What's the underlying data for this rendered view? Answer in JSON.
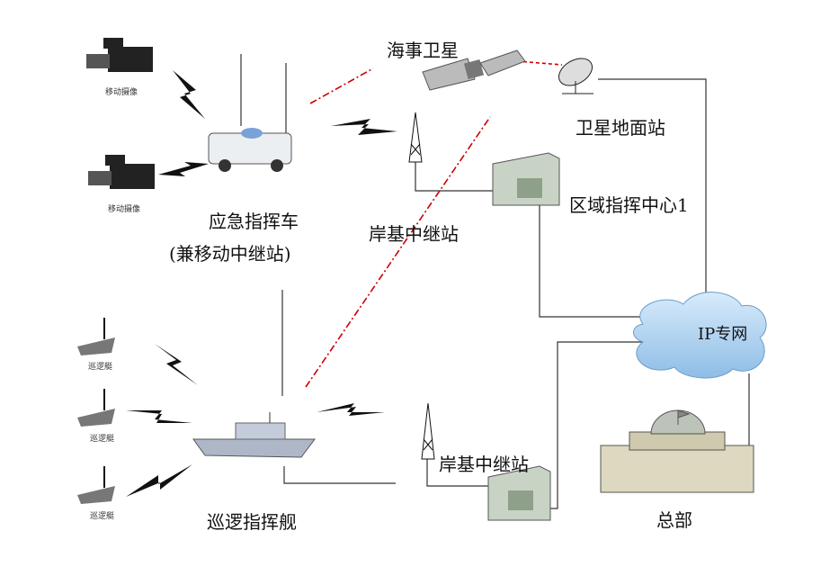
{
  "labels": {
    "satellite": "海事卫星",
    "ground_station": "卫星地面站",
    "regional_center": "区域指挥中心1",
    "shore_relay_top": "岸基中继站",
    "shore_relay_bottom": "岸基中继站",
    "ip_network": "IP专网",
    "headquarters": "总部",
    "command_vehicle": "应急指挥车",
    "command_vehicle_sub": "(兼移动中继站)",
    "command_ship": "巡逻指挥舰",
    "camera_1": "移动摄像",
    "camera_2": "移动摄像",
    "patrol_boat_1": "巡逻艇",
    "patrol_boat_2": "巡逻艇",
    "patrol_boat_3": "巡逻艇"
  },
  "colors": {
    "satellite_link": "#cc0000",
    "cloud": "#a8cdef",
    "wire": "#333333"
  }
}
